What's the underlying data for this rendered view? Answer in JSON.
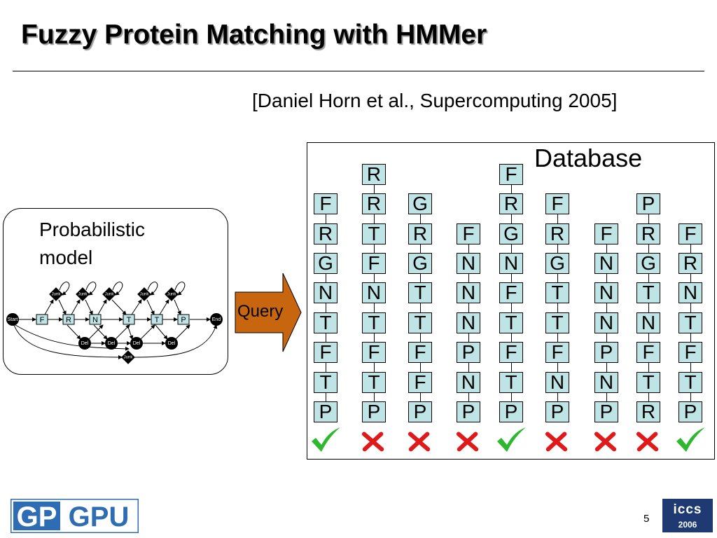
{
  "slide": {
    "title": "Fuzzy Protein Matching with HMMer",
    "citation": "[Daniel Horn et al., Supercomputing 2005]",
    "page_number": "5"
  },
  "model": {
    "label": "Probabilistic\nmodel",
    "match_states": [
      "F",
      "R",
      "N",
      "T",
      "T",
      "P"
    ],
    "start_label": "Start",
    "end_label": "End",
    "junk_label": "Junk",
    "del_label": "Del"
  },
  "query": {
    "label": "Query"
  },
  "database": {
    "title": "Database",
    "sequences": [
      {
        "residues": [
          "F",
          "R",
          "G",
          "N",
          "T",
          "F",
          "T",
          "P"
        ],
        "match": true
      },
      {
        "residues": [
          "R",
          "R",
          "T",
          "F",
          "N",
          "T",
          "F",
          "T",
          "P"
        ],
        "match": false
      },
      {
        "residues": [
          "G",
          "R",
          "G",
          "T",
          "T",
          "F",
          "F",
          "P"
        ],
        "match": false
      },
      {
        "residues": [
          "F",
          "N",
          "N",
          "N",
          "P",
          "N",
          "P"
        ],
        "match": false
      },
      {
        "residues": [
          "F",
          "R",
          "G",
          "N",
          "F",
          "T",
          "F",
          "T",
          "P"
        ],
        "match": true
      },
      {
        "residues": [
          "F",
          "R",
          "G",
          "T",
          "T",
          "F",
          "N",
          "P"
        ],
        "match": false
      },
      {
        "residues": [
          "F",
          "N",
          "N",
          "N",
          "P",
          "N",
          "P"
        ],
        "match": false
      },
      {
        "residues": [
          "P",
          "R",
          "G",
          "T",
          "N",
          "F",
          "T",
          "R"
        ],
        "match": false
      },
      {
        "residues": [
          "F",
          "R",
          "N",
          "T",
          "F",
          "T",
          "P"
        ],
        "match": true
      }
    ]
  },
  "colors": {
    "cell_fill": "#bfe4e6",
    "arrow_fill": "#c8650f",
    "check": "#2eb82e",
    "cross": "#e01a1a",
    "logo_blue": "#2e6db4"
  },
  "logos": {
    "left": "GPGPU",
    "right_top": "iccs",
    "right_bottom": "2006"
  }
}
